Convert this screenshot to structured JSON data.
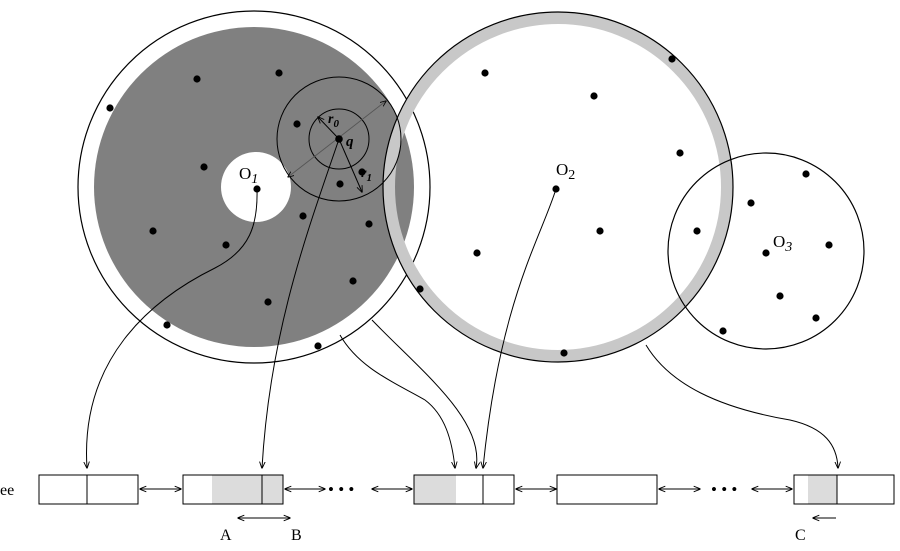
{
  "labels": {
    "o1": "O",
    "o1_sub": "1",
    "o2": "O",
    "o2_sub": "2",
    "o3": "O",
    "o3_sub": "3",
    "q": "q",
    "r0": "r",
    "r0_sub": "0",
    "r1": "r",
    "r1_sub": "1",
    "tree": "ee",
    "a": "A",
    "b": "B",
    "c": "C"
  },
  "colors": {
    "dark_fill": "#808080",
    "light_ring": "#c8c8c8",
    "highlight": "#dcdcdc",
    "stroke": "#000000"
  },
  "chain_separator": "• • •"
}
